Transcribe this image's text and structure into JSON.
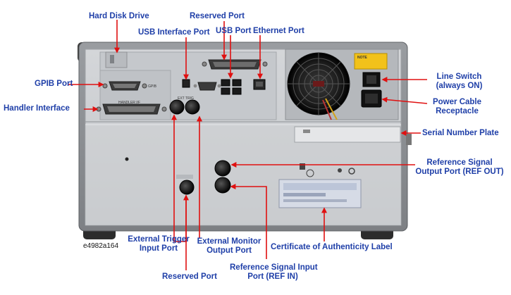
{
  "figure_id": "e4982a164",
  "labels": {
    "hard_disk_drive": "Hard Disk Drive",
    "reserved_port_top": "Reserved Port",
    "usb_interface_port": "USB Interface Port",
    "usb_port": "USB Port",
    "ethernet_port": "Ethernet Port",
    "gpib_port": "GPIB Port",
    "handler_interface": "Handler Interface",
    "line_switch": [
      "Line Switch",
      "(always ON)"
    ],
    "power_cable_receptacle": [
      "Power Cable",
      "Receptacle"
    ],
    "serial_number_plate": "Serial Number Plate",
    "ref_out": [
      "Reference Signal",
      "Output Port (REF OUT)"
    ],
    "external_trigger": [
      "External Trigger",
      "Input Port"
    ],
    "external_monitor": [
      "External Monitor",
      "Output Port"
    ],
    "reserved_port_bottom": "Reserved Port",
    "ref_in": [
      "Reference Signal Input",
      "Port (REF IN)"
    ],
    "certificate_label": "Certificate of Authenticity Label"
  },
  "panel_text": {
    "note_title": "NOTE",
    "ext_trig": "EXT TRIG",
    "handler": "HANDLER I/F",
    "gpib": "GPIB"
  },
  "colors": {
    "label_text": "#1f3fa8",
    "arrow": "#e01010",
    "chassis": "#8c8f93",
    "panel": "#c9ccd0",
    "note_label": "#f2c21a"
  }
}
